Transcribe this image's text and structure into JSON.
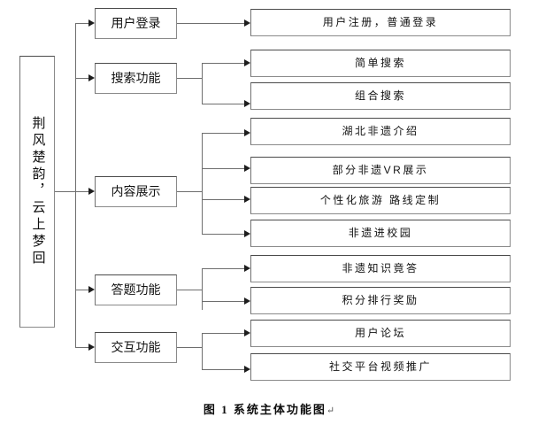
{
  "figure": {
    "caption_label": "图 1 系统主体功能图",
    "caption_mark": "↵",
    "colors": {
      "box_border": "#8a8a8a",
      "connector": "#6e6e6e",
      "arrow": "#1d1d1d",
      "text": "#111111",
      "background": "#ffffff"
    }
  },
  "root": {
    "label": "荆风楚韵，云上梦回"
  },
  "modules": [
    {
      "id": "user-login",
      "label": "用户登录"
    },
    {
      "id": "search",
      "label": "搜索功能"
    },
    {
      "id": "content-display",
      "label": "内容展示"
    },
    {
      "id": "quiz",
      "label": "答题功能"
    },
    {
      "id": "interaction",
      "label": "交互功能"
    }
  ],
  "leaves": [
    {
      "id": "register-login",
      "parent": "user-login",
      "label": "用户注册，普通登录"
    },
    {
      "id": "simple-search",
      "parent": "search",
      "label": "简单搜索"
    },
    {
      "id": "combined-search",
      "parent": "search",
      "label": "组合搜索"
    },
    {
      "id": "hubei-ich-intro",
      "parent": "content-display",
      "label": "湖北非遗介绍"
    },
    {
      "id": "ich-vr-display",
      "parent": "content-display",
      "label": "部分非遗VR展示"
    },
    {
      "id": "custom-route",
      "parent": "content-display",
      "label": "个性化旅游 路线定制"
    },
    {
      "id": "ich-into-campus",
      "parent": "content-display",
      "label": "非遗进校园"
    },
    {
      "id": "ich-quiz",
      "parent": "quiz",
      "label": "非遗知识竟答"
    },
    {
      "id": "points-ranking",
      "parent": "quiz",
      "label": "积分排行奖励"
    },
    {
      "id": "user-forum",
      "parent": "interaction",
      "label": "用户论坛"
    },
    {
      "id": "social-promo",
      "parent": "interaction",
      "label": "社交平台视频推广"
    }
  ]
}
